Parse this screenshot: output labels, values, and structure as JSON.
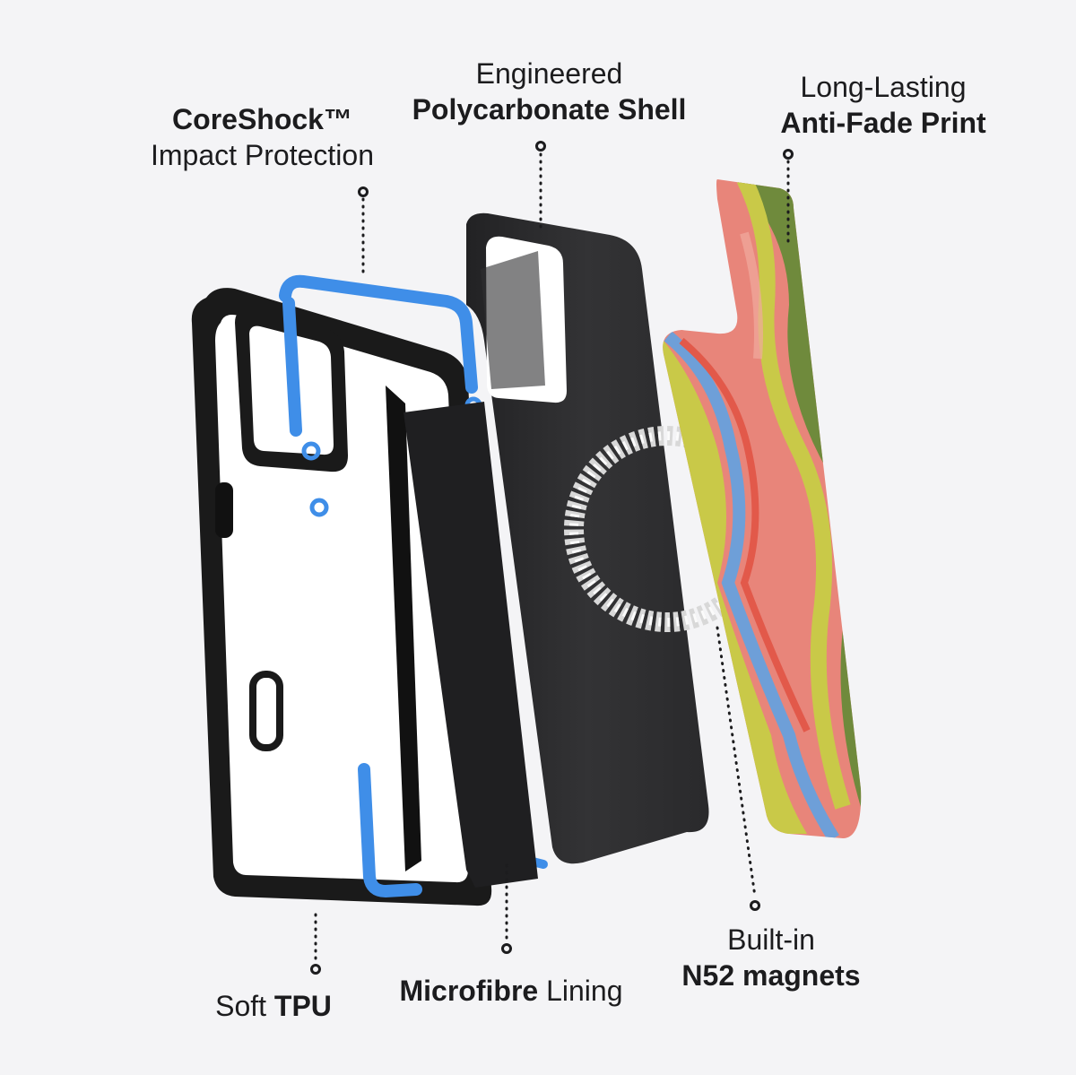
{
  "labels": {
    "coreshock": {
      "bold": "CoreShock™",
      "normal": "Impact Protection"
    },
    "shell": {
      "normal": "Engineered",
      "bold": "Polycarbonate Shell"
    },
    "print": {
      "normal": "Long-Lasting",
      "bold": "Anti-Fade Print"
    },
    "tpu": {
      "normal": "Soft",
      "bold": "TPU"
    },
    "lining": {
      "bold": "Microfibre",
      "normal": "Lining"
    },
    "magnets": {
      "normal": "Built-in",
      "bold": "N52 magnets"
    }
  },
  "colors": {
    "background": "#f4f4f6",
    "bumper": "#1a1a1a",
    "insert_blue": "#3f8ee8",
    "shell": "#2b2b2d",
    "lining": "#1f1f21",
    "print_pink": "#e8857a",
    "print_yellow": "#c9c948",
    "print_green": "#6f8a3c",
    "print_blue": "#6e9fd8"
  }
}
